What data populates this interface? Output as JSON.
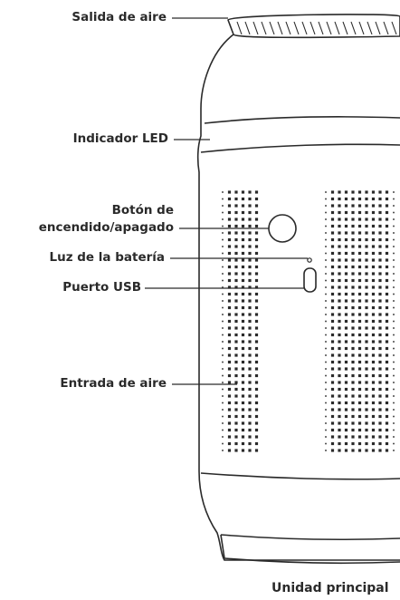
{
  "labels": {
    "air_outlet": "Salida de aire",
    "led_indicator": "Indicador LED",
    "power_button_line1": "Botón de",
    "power_button_line2": "encendido/apagado",
    "battery_light": "Luz de la batería",
    "usb_port": "Puerto USB",
    "air_inlet": "Entrada de aire"
  },
  "caption": "Unidad principal",
  "colors": {
    "line": "#2a2a2a",
    "text": "#2a2a2a",
    "background": "#ffffff"
  }
}
